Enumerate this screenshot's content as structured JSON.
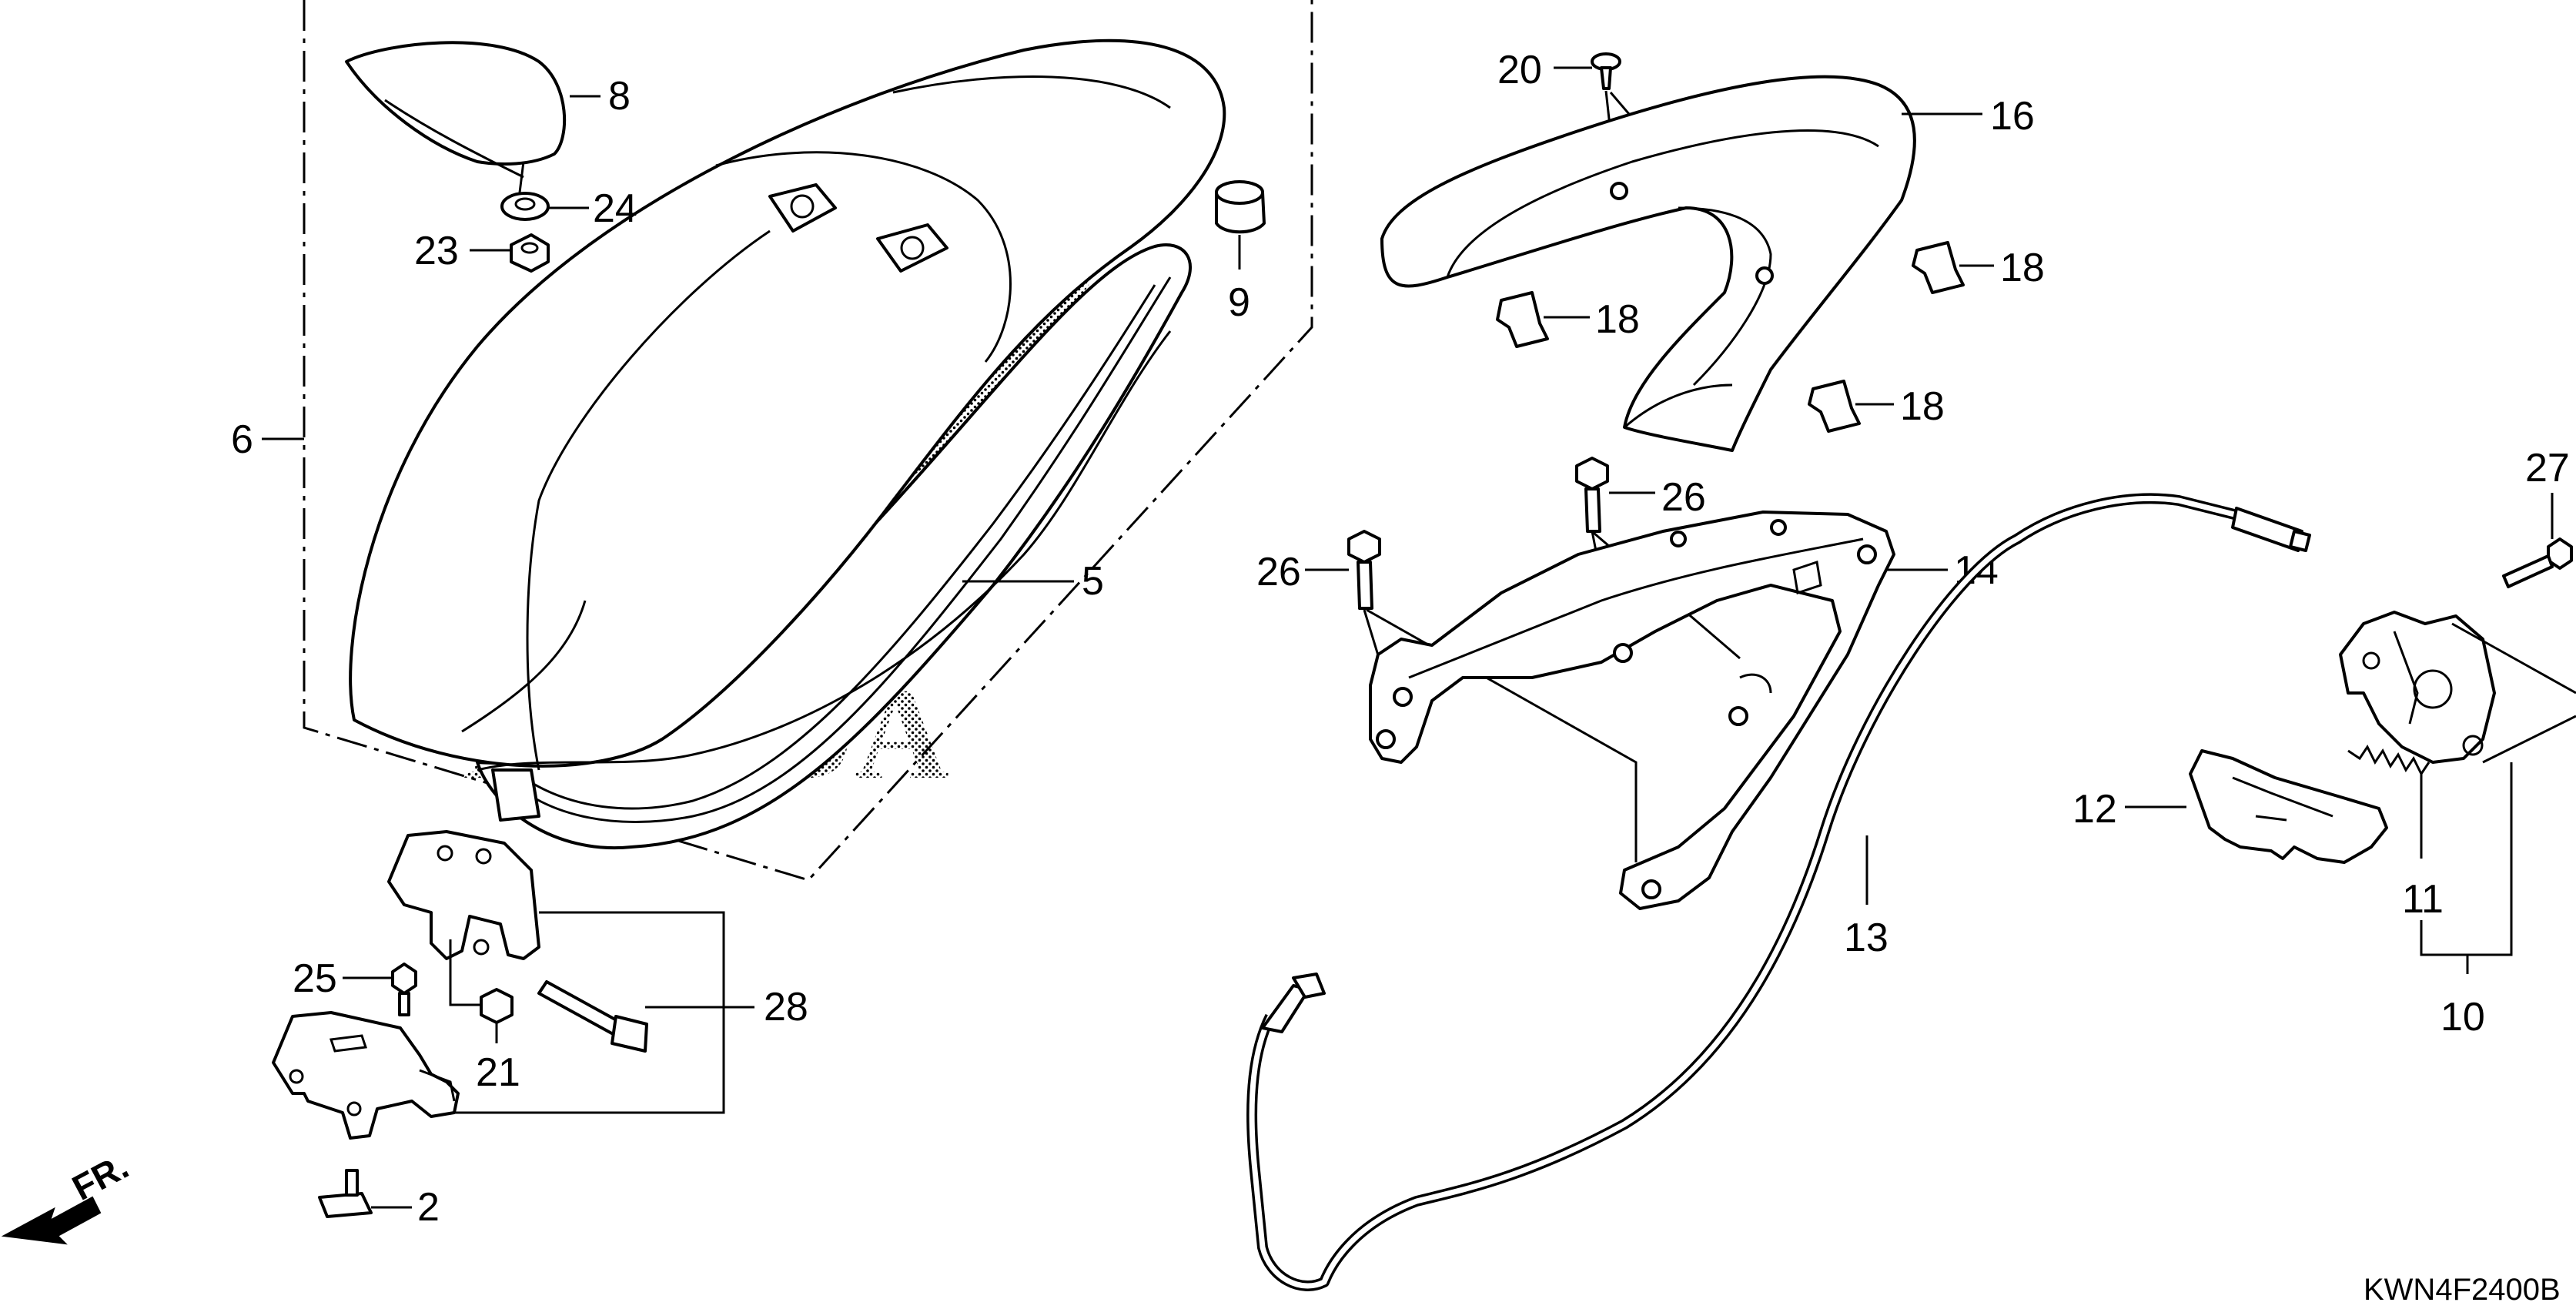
{
  "diagram": {
    "drawing_code": "KWN4F2400B",
    "direction_label": "FR.",
    "logo_text": "HONDA",
    "callouts": {
      "c2": "2",
      "c5": "5",
      "c6": "6",
      "c8": "8",
      "c9": "9",
      "c10": "10",
      "c11": "11",
      "c12": "12",
      "c13": "13",
      "c14": "14",
      "c16": "16",
      "c18a": "18",
      "c18b": "18",
      "c18c": "18",
      "c20": "20",
      "c21": "21",
      "c23": "23",
      "c24": "24",
      "c25": "25",
      "c26a": "26",
      "c26b": "26",
      "c27": "27",
      "c28": "28"
    }
  }
}
